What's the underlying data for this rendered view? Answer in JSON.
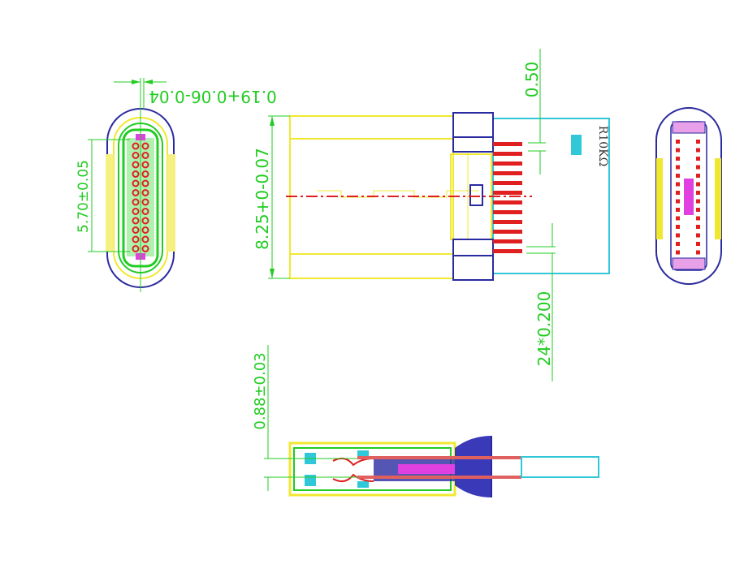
{
  "colors": {
    "dimension": "#22cc22",
    "outline_yellow": "#f0e830",
    "shell_blue": "#2a2aa0",
    "pin_red": "#e02020",
    "pcb_cyan": "#30c8d8",
    "insulator_magenta": "#e040e0",
    "centerline_red": "#e02020"
  },
  "labels": {
    "pin_thickness": "0.19+0.06-0.04",
    "tongue_width": "5.70±0.05",
    "body_height": "8.25+0-0.07",
    "pin_width": "0.50",
    "pin_pitch": "24*0.200",
    "resistor": "R10KΩ",
    "pin_gap": "0.88±0.03"
  },
  "views": [
    "front-end-view",
    "top-view",
    "side-section-view",
    "rear-end-view"
  ],
  "pin_rows_top_view": 12
}
